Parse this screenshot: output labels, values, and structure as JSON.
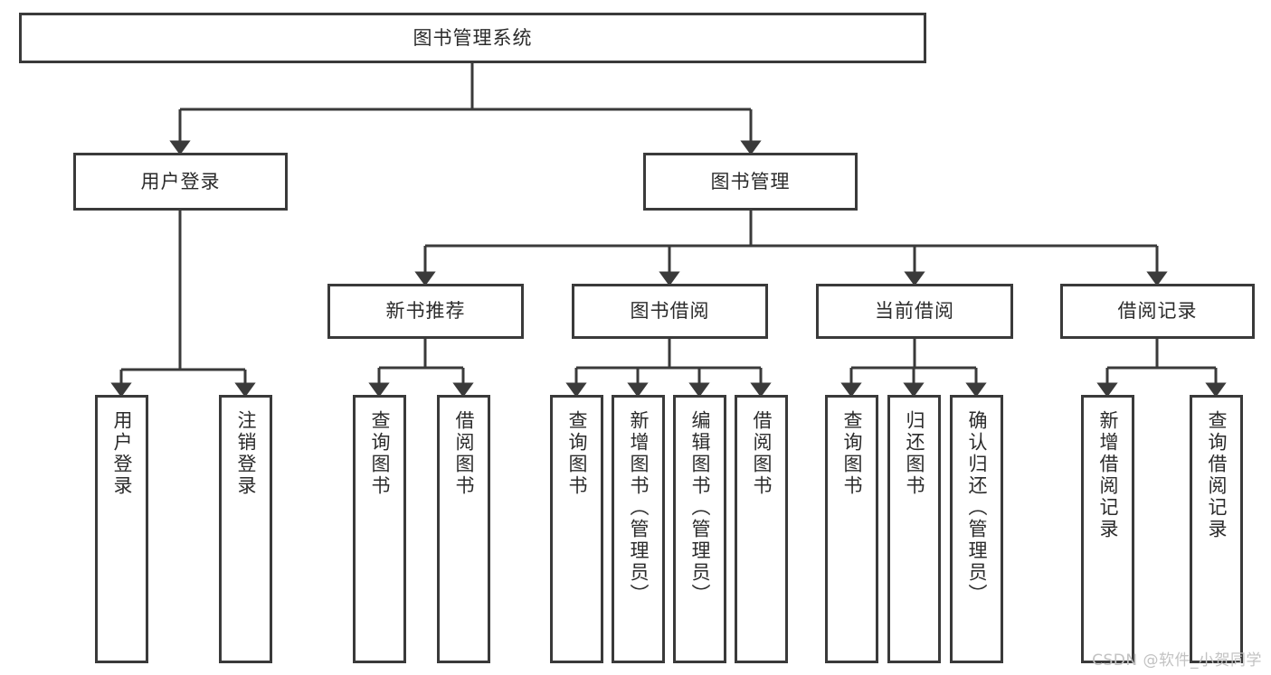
{
  "diagram": {
    "type": "tree-hierarchy",
    "title": "图书管理系统",
    "watermark": "CSDN @软件_小贺同学",
    "colors": {
      "box_border": "#3a3a3a",
      "box_fill": "#ffffff",
      "connector": "#3a3a3a",
      "text": "#2b2b2b",
      "watermark": "#c2c2c2",
      "background": "#ffffff"
    },
    "nodes": {
      "root": {
        "label": "图书管理系统"
      },
      "level2": [
        {
          "label": "用户登录"
        },
        {
          "label": "图书管理"
        }
      ],
      "level3": [
        {
          "label": "新书推荐"
        },
        {
          "label": "图书借阅"
        },
        {
          "label": "当前借阅"
        },
        {
          "label": "借阅记录"
        }
      ],
      "leaves": {
        "user_login": [
          {
            "label": "用户登录"
          },
          {
            "label": "注销登录"
          }
        ],
        "new_book": [
          {
            "label": "查询图书"
          },
          {
            "label": "借阅图书"
          }
        ],
        "book_borrow": [
          {
            "label": "查询图书"
          },
          {
            "label": "新增图书（管理员）"
          },
          {
            "label": "编辑图书（管理员）"
          },
          {
            "label": "借阅图书"
          }
        ],
        "current_borrow": [
          {
            "label": "查询图书"
          },
          {
            "label": "归还图书"
          },
          {
            "label": "确认归还（管理员）"
          }
        ],
        "borrow_record": [
          {
            "label": "新增借阅记录"
          },
          {
            "label": "查询借阅记录"
          }
        ]
      }
    }
  }
}
